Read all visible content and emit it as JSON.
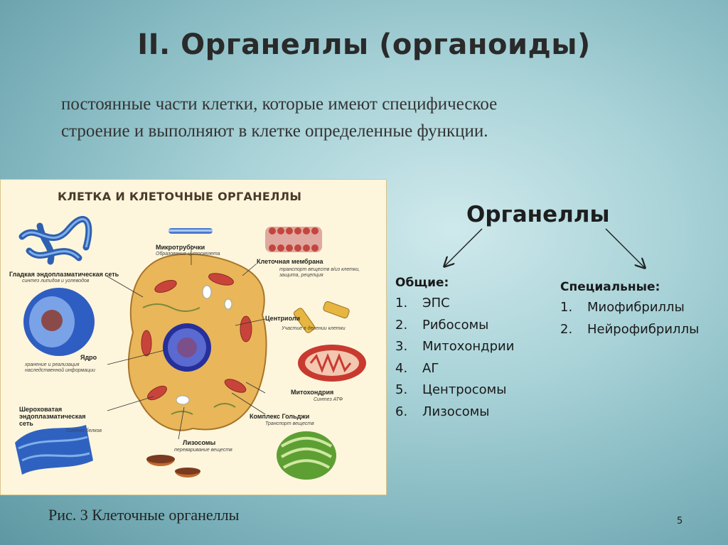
{
  "slide": {
    "title": "II. Органеллы (органоиды)",
    "definition_line1": "постоянные части клетки, которые имеют специфическое",
    "definition_line2": "строение и выполняют в клетке определенные функции.",
    "caption": "Рис. 3 Клеточные органеллы",
    "page_number": "5"
  },
  "figure": {
    "title": "КЛЕТКА И КЛЕТОЧНЫЕ ОРГАНЕЛЛЫ",
    "labels": {
      "microtubules": "Микротрубочки",
      "microtubules_note": "Образование цитоскелета",
      "membrane": "Клеточная мембрана",
      "membrane_note1": "транспорт веществ в/из клетки,",
      "membrane_note2": "защита, рецепция",
      "smooth_er": "Гладкая эндоплазматическая сеть",
      "smooth_er_note": "синтез липидов и углеводов",
      "centrioles": "Центриоли",
      "centrioles_note": "Участие в делении клетки",
      "nucleus": "Ядро",
      "nucleus_note1": "хранение и реализация",
      "nucleus_note2": "наследственной информации",
      "mitochondria": "Митохондрия",
      "mitochondria_note": "Синтез АТФ",
      "rough_er1": "Шероховатая",
      "rough_er2": "эндоплазматическая",
      "rough_er3": "сеть",
      "rough_er_note": "Синтез белков",
      "golgi": "Комплекс Гольджи",
      "golgi_note": "Транспорт веществ",
      "lysosomes": "Лизосомы",
      "lysosomes_note": "переваривание веществ"
    }
  },
  "organelles": {
    "heading": "Органеллы",
    "general": {
      "heading": "Общие:",
      "items": [
        {
          "num": "1.",
          "name": "ЭПС"
        },
        {
          "num": "2.",
          "name": "Рибосомы"
        },
        {
          "num": "3.",
          "name": "Митохондрии"
        },
        {
          "num": "4.",
          "name": "АГ"
        },
        {
          "num": "5.",
          "name": "Центросомы"
        },
        {
          "num": "6.",
          "name": "Лизосомы"
        }
      ]
    },
    "special": {
      "heading": "Специальные:",
      "items": [
        {
          "num": "1.",
          "name": "Миофибриллы"
        },
        {
          "num": "2.",
          "name": "Нейрофибриллы"
        }
      ]
    }
  },
  "colors": {
    "background": "#a9d3d8",
    "figure_bg": "#fdf6dc",
    "cell_fill": "#e9b65a",
    "nucleus": "#3f4fb0",
    "er_blue": "#3a73c4",
    "mitochondria": "#c23a30",
    "golgi": "#6aaa3a"
  }
}
